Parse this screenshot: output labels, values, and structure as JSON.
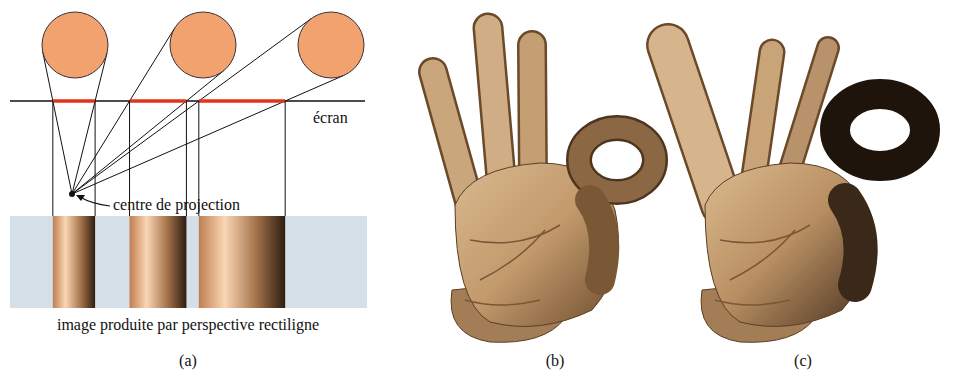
{
  "diagram": {
    "labels": [
      "écran",
      "centre de projection",
      "image produite par perspective rectiligne",
      "(a)",
      "(b)",
      "(c)"
    ]
  }
}
